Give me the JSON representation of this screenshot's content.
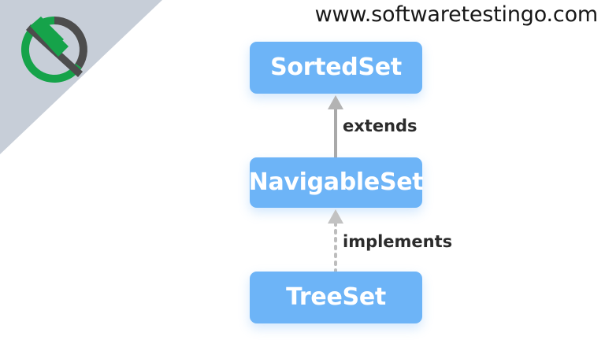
{
  "branding": {
    "site_url": "www.softwaretestingo.com",
    "logo_icon": "softwaretestingo-circle-brush-logo",
    "logo_colors": {
      "ring_dark": "#4d4d4d",
      "ring_green": "#16a34a",
      "brush_green": "#16a34a"
    },
    "corner_triangle_color": "#c7ced8"
  },
  "diagram": {
    "type": "class-hierarchy",
    "title": "",
    "node_fill": "#6db4f7",
    "node_text_color": "#ffffff",
    "connector_color": "#a9a9a9",
    "nodes": [
      {
        "id": "sortedset",
        "label": "SortedSet"
      },
      {
        "id": "navigableset",
        "label": "NavigableSet"
      },
      {
        "id": "treeset",
        "label": "TreeSet"
      }
    ],
    "edges": [
      {
        "id": "extends",
        "label": "extends",
        "from": "navigableset",
        "to": "sortedset",
        "style": "solid",
        "arrow": "hollow-up"
      },
      {
        "id": "implements",
        "label": "implements",
        "from": "treeset",
        "to": "navigableset",
        "style": "dotted",
        "arrow": "hollow-up"
      }
    ]
  }
}
